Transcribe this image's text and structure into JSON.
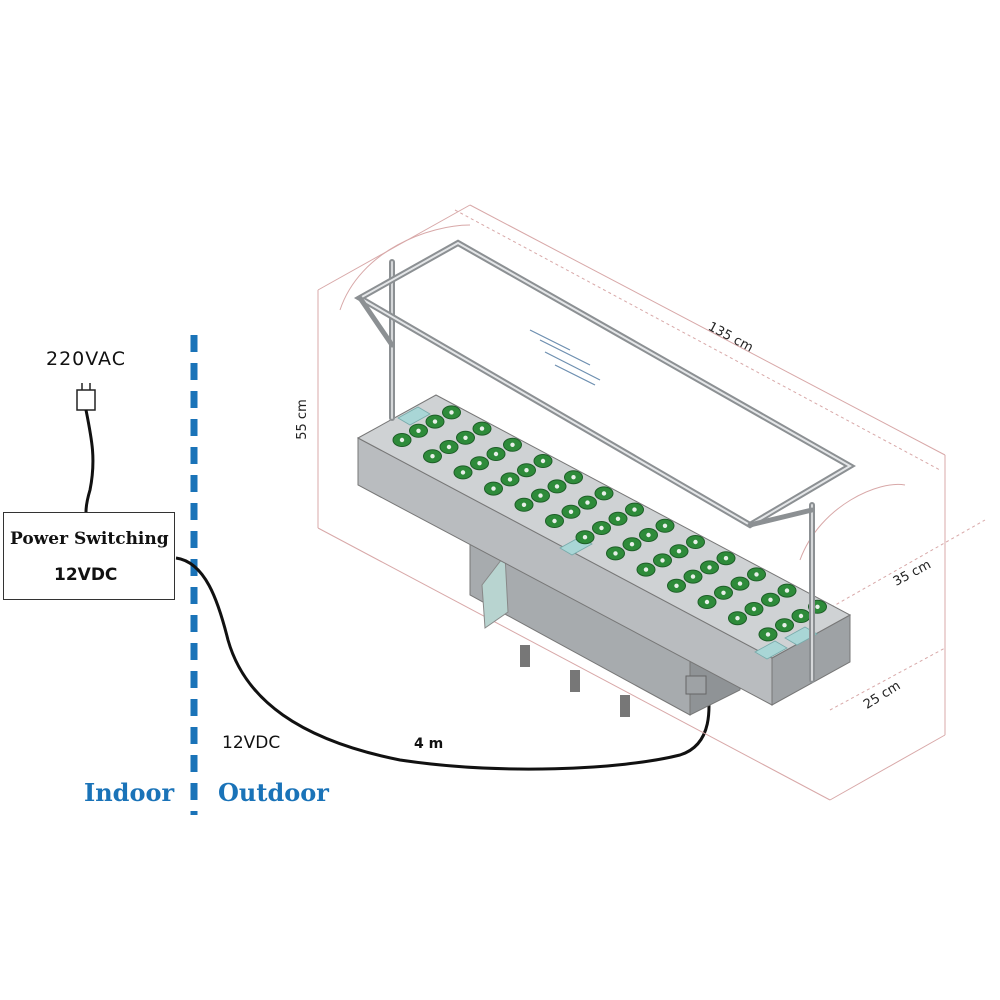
{
  "labels": {
    "supply": "220VAC",
    "power_switching": "Power Switching",
    "power_output": "12VDC",
    "cable_voltage": "12VDC",
    "cable_length": "4 m",
    "indoor": "Indoor",
    "outdoor": "Outdoor"
  },
  "dimensions": {
    "length": "135 cm",
    "height": "55 cm",
    "depth": "35 cm",
    "width": "25 cm"
  },
  "colors": {
    "divider": "#1a73b8",
    "indoor_outdoor_text": "#1a73b8",
    "planter_body": "#b9bcbf",
    "planter_top": "#cfd2d4",
    "pot_fill": "#2e8b3a",
    "cable": "#111111",
    "dimension_lines": "#d8a8a8"
  },
  "planter": {
    "pot_rows": 4,
    "pots_per_row": 13
  }
}
